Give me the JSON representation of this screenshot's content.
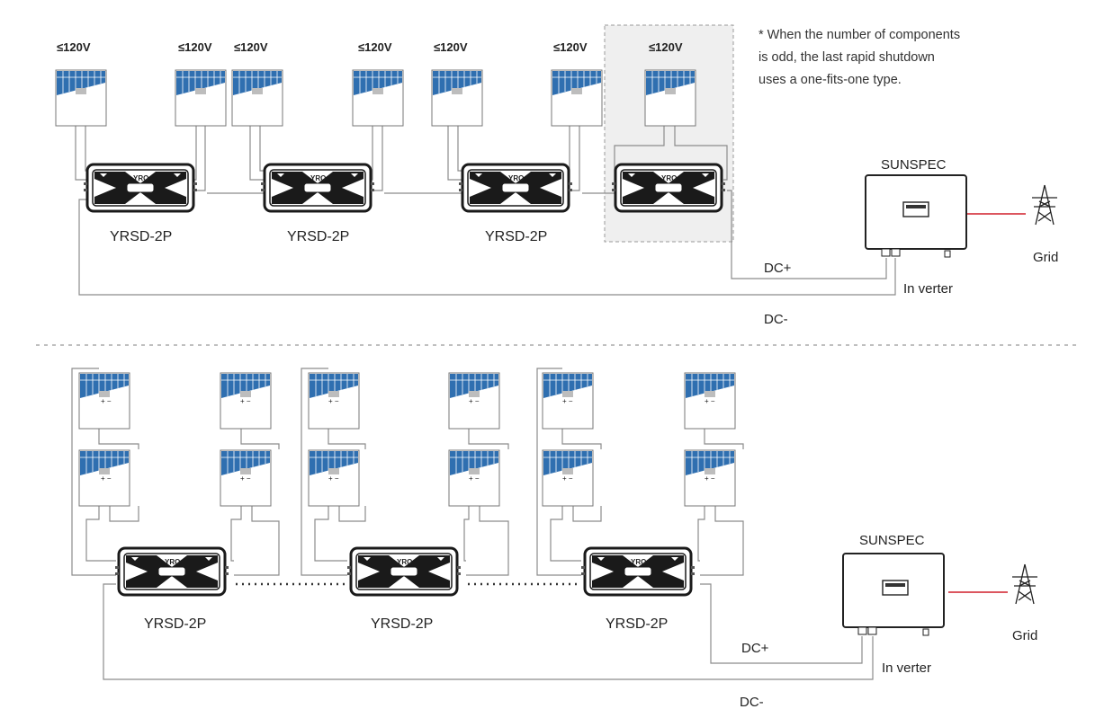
{
  "top": {
    "voltage_labels": [
      "≤120V",
      "≤120V",
      "≤120V",
      "≤120V",
      "≤120V",
      "≤120V",
      "≤120V"
    ],
    "shutdown_labels": [
      "YRSD-2P",
      "YRSD-2P",
      "YRSD-2P"
    ],
    "brand": "YRO",
    "inverter_title": "SUNSPEC",
    "inverter_label": "In verter",
    "grid_label": "Grid",
    "dc_plus": "DC+",
    "dc_minus": "DC-",
    "note_lines": [
      "* When the number of components",
      "is odd, the last rapid shutdown",
      "uses a one-fits-one type."
    ]
  },
  "bottom": {
    "shutdown_labels": [
      "YRSD-2P",
      "YRSD-2P",
      "YRSD-2P"
    ],
    "brand": "YRO",
    "inverter_title": "SUNSPEC",
    "inverter_label": "In verter",
    "grid_label": "Grid",
    "dc_plus": "DC+",
    "dc_minus": "DC-",
    "panel_terminal_text": "+ −"
  },
  "colors": {
    "panel_blue": "#2f6fb0",
    "wire": "#8c8c8c",
    "grid_line": "#d11f2a",
    "highlight_box": "#efefef"
  }
}
